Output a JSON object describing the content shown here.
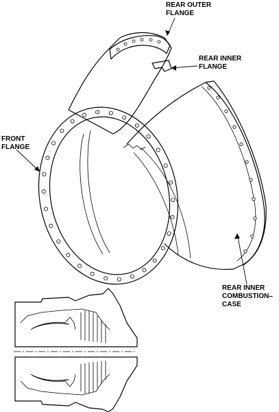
{
  "labels": {
    "rear_outer_flange": [
      "REAR OUTER",
      "FLANGE"
    ],
    "rear_inner_flange": [
      "REAR INNER",
      "FLANGE"
    ],
    "front_flange": [
      "FRONT",
      "FLANGE"
    ],
    "rear_inner_combustion_case": [
      "REAR INNER",
      "COMBUSTION–",
      "CASE"
    ]
  },
  "colors": {
    "line": "#000000",
    "background": "#ffffff"
  }
}
